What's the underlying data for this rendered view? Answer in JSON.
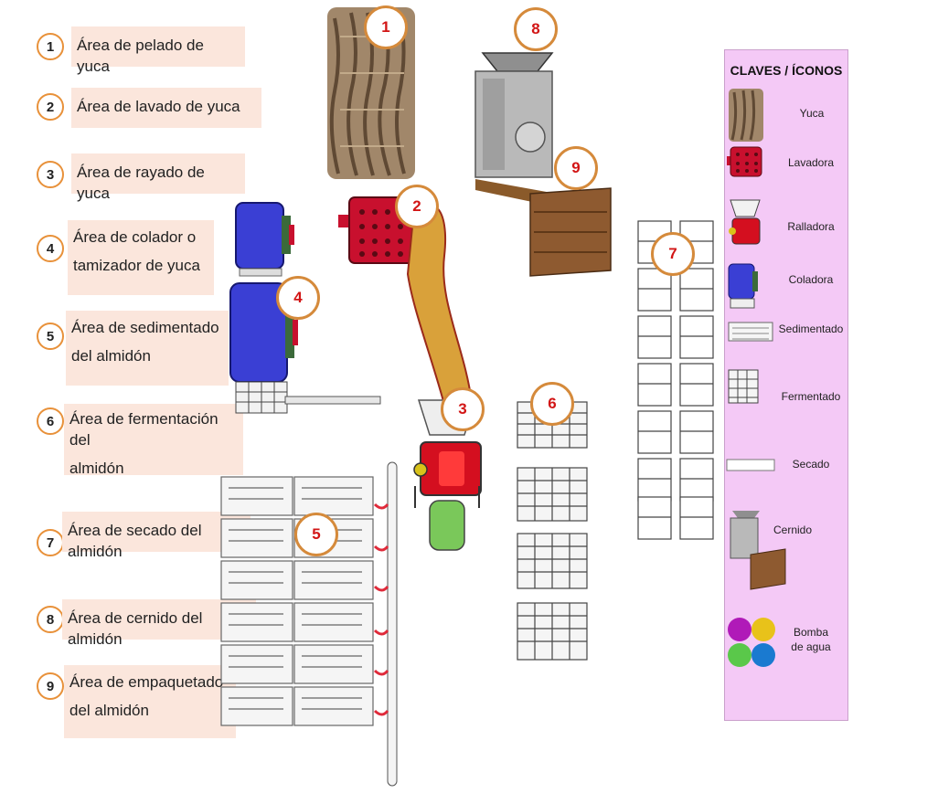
{
  "labels": [
    {
      "num": "1",
      "text": "Área de pelado de yuca"
    },
    {
      "num": "2",
      "text": "Área de lavado  de yuca"
    },
    {
      "num": "3",
      "text": "Área de rayado de yuca"
    },
    {
      "num": "4",
      "line1": "Área de colador  o",
      "line2": "tamizador de yuca"
    },
    {
      "num": "5",
      "line1": "Área de sedimentado",
      "line2": "del almidón"
    },
    {
      "num": "6",
      "line1": "Área de fermentación del",
      "line2": "almidón"
    },
    {
      "num": "7",
      "text": "Área de secado del almidón"
    },
    {
      "num": "8",
      "text": "Área de cernido del almidón"
    },
    {
      "num": "9",
      "line1": "Área de empaquetado",
      "line2": "del almidón"
    }
  ],
  "markers": [
    "1",
    "2",
    "3",
    "4",
    "5",
    "6",
    "7",
    "8",
    "9"
  ],
  "legend": {
    "title": "CLAVES / ÍCONOS",
    "items": [
      "Yuca",
      "Lavadora",
      "Ralladora",
      "Coladora",
      "Sedimentado",
      "Fermentado",
      "Secado",
      "Cernido"
    ],
    "pump_line1": "Bomba",
    "pump_line2": "de agua"
  },
  "colors": {
    "marker_border": "#e8913a",
    "marker_number": "#d21515",
    "label_bg": "#fbe6dc",
    "legend_bg": "#f4c9f6",
    "washer_red": "#c8102e",
    "coladora_blue": "#3a3fd4",
    "chute_tan": "#d9a13a",
    "tank_green": "#7ac85a"
  }
}
